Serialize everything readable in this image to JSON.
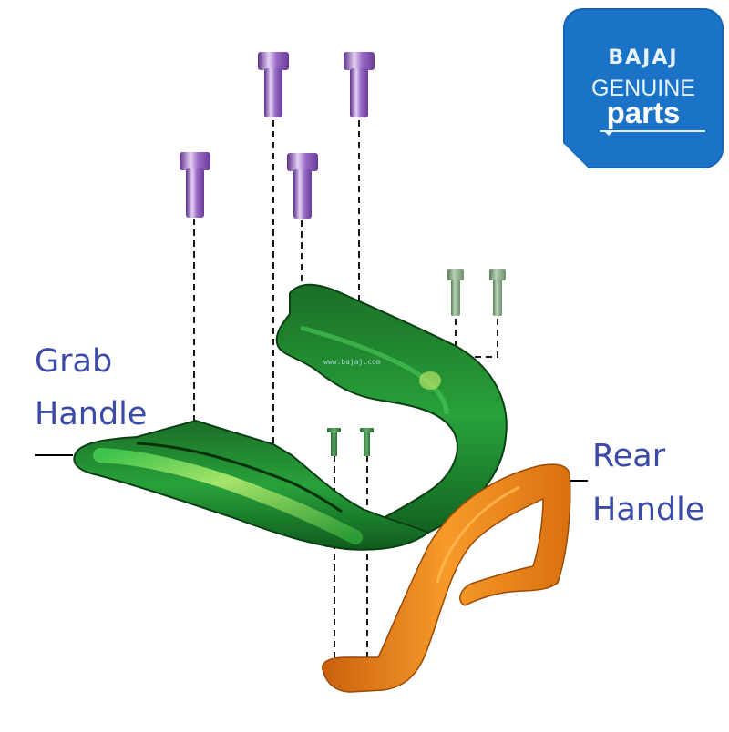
{
  "diagram": {
    "type": "exploded-parts-view",
    "background": "#ffffff"
  },
  "logo": {
    "brand": "BAJAJ",
    "line1": "GENUINE",
    "line2": "parts",
    "background_color": "#1a73c7",
    "text_color": "#e7f3fb"
  },
  "labels": {
    "grab_handle_line1": "Grab",
    "grab_handle_line2": "Handle",
    "rear_handle_line1": "Rear",
    "rear_handle_line2": "Handle",
    "color": "#3c4aa8"
  },
  "watermark": {
    "text": "www.bajaj.com"
  },
  "parts": [
    {
      "id": "grab-handle",
      "name": "Grab Handle",
      "color": "#1e8f2e"
    },
    {
      "id": "rear-handle",
      "name": "Rear Handle",
      "color": "#ee8a1c"
    },
    {
      "id": "bolt-large",
      "name": "Bolt (large)",
      "count": 4,
      "color": "#8a55b8"
    },
    {
      "id": "bolt-medium",
      "name": "Bolt (medium)",
      "count": 2,
      "color": "#7faa7f"
    },
    {
      "id": "bolt-small",
      "name": "Bolt (small)",
      "count": 2,
      "color": "#3f8a4a"
    }
  ]
}
